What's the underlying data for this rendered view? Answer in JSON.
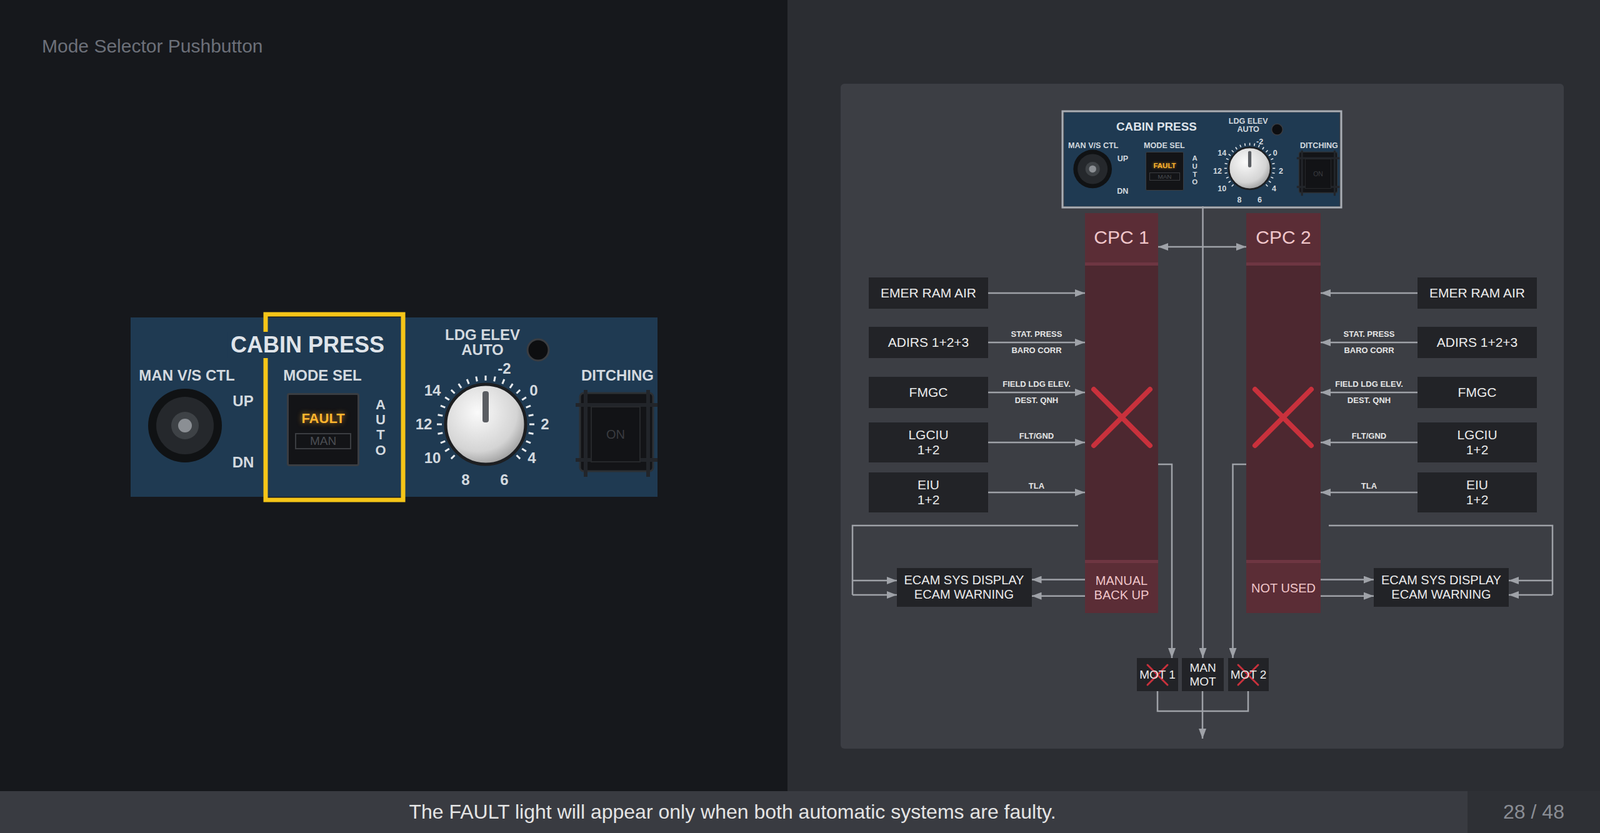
{
  "diagram": {
    "title": "Mode Selector Pushbutton",
    "caption": "The FAULT light will appear only when both automatic systems are faulty.",
    "nodes": [
      {
        "text": [
          "CABIN PRESS"
        ]
      },
      {
        "text": [
          "FAULT",
          "MAN"
        ],
        "in": 0
      },
      {
        "text": [
          "ON"
        ],
        "in": 0
      },
      {
        "text": [
          "CABIN PRESS"
        ]
      },
      {
        "text": [
          "FAULT",
          "MAN"
        ],
        "in": 3
      },
      {
        "text": [
          "ON"
        ],
        "in": 3
      },
      {
        "text": [
          "CPC 1",
          "MANUAL BACK UP"
        ]
      },
      {
        "text": [
          "CPC 2",
          "NOT USED"
        ]
      },
      {
        "text": [
          "EMER RAM AIR"
        ]
      },
      {
        "text": [
          "ADIRS 1+2+3"
        ]
      },
      {
        "text": [
          "FMGC"
        ]
      },
      {
        "text": [
          "LGCIU 1+2"
        ]
      },
      {
        "text": [
          "EIU 1+2"
        ]
      },
      {
        "text": [
          "ECAM SYS DISPLAY ECAM WARNING"
        ]
      },
      {
        "text": [
          "EMER RAM AIR"
        ]
      },
      {
        "text": [
          "ADIRS 1+2+3"
        ]
      },
      {
        "text": [
          "FMGC"
        ]
      },
      {
        "text": [
          "LGCIU 1+2"
        ]
      },
      {
        "text": [
          "EIU 1+2"
        ]
      },
      {
        "text": [
          "ECAM SYS DISPLAY ECAM WARNING"
        ]
      },
      {
        "text": [
          "MOT 1"
        ]
      },
      {
        "text": [
          "MAN MOT"
        ]
      },
      {
        "text": [
          "MOT 2"
        ]
      }
    ],
    "edges": [
      {
        "from": 3,
        "to": 21,
        "arrow": "to"
      },
      {
        "from": 6,
        "to": 7,
        "arrow": "both"
      },
      {
        "from": 8,
        "to": 6,
        "arrow": "to"
      },
      {
        "from": 9,
        "to": 6,
        "label": "STAT. PRESS BARO CORR",
        "arrow": "to"
      },
      {
        "from": 10,
        "to": 6,
        "label": "FIELD LDG ELEV. DEST. QNH",
        "arrow": "to"
      },
      {
        "from": 11,
        "to": 6,
        "label": "FLT/GND",
        "arrow": "to"
      },
      {
        "from": 12,
        "to": 6,
        "label": "TLA",
        "arrow": "to"
      },
      {
        "from": 14,
        "to": 7,
        "arrow": "to"
      },
      {
        "from": 15,
        "to": 7,
        "label": "STAT. PRESS BARO CORR",
        "arrow": "to"
      },
      {
        "from": 16,
        "to": 7,
        "label": "FIELD LDG ELEV. DEST. QNH",
        "arrow": "to"
      },
      {
        "from": 17,
        "to": 7,
        "label": "FLT/GND",
        "arrow": "to"
      },
      {
        "from": 18,
        "to": 7,
        "label": "TLA",
        "arrow": "to"
      },
      {
        "from": 6,
        "to": 13,
        "arrow": "to"
      },
      {
        "from": 7,
        "to": 19,
        "arrow": "to"
      },
      {
        "from": 6,
        "to": 20,
        "arrow": "to"
      },
      {
        "from": 7,
        "to": 22,
        "arrow": "to"
      }
    ],
    "labels": [
      "MAN V/S CTL",
      "UP",
      "DN",
      "MODE SEL",
      "AUTO",
      "LDG ELEV AUTO",
      "14",
      "-2",
      "0",
      "12",
      "2",
      "10",
      "4",
      "8",
      "6",
      "DITCHING",
      "MAN V/S CTL",
      "UP",
      "DN",
      "MODE SEL",
      "AUTO",
      "LDG ELEV AUTO",
      "14",
      "-2",
      "0",
      "12",
      "2",
      "10",
      "4",
      "8",
      "6",
      "DITCHING",
      "28 / 48"
    ]
  }
}
